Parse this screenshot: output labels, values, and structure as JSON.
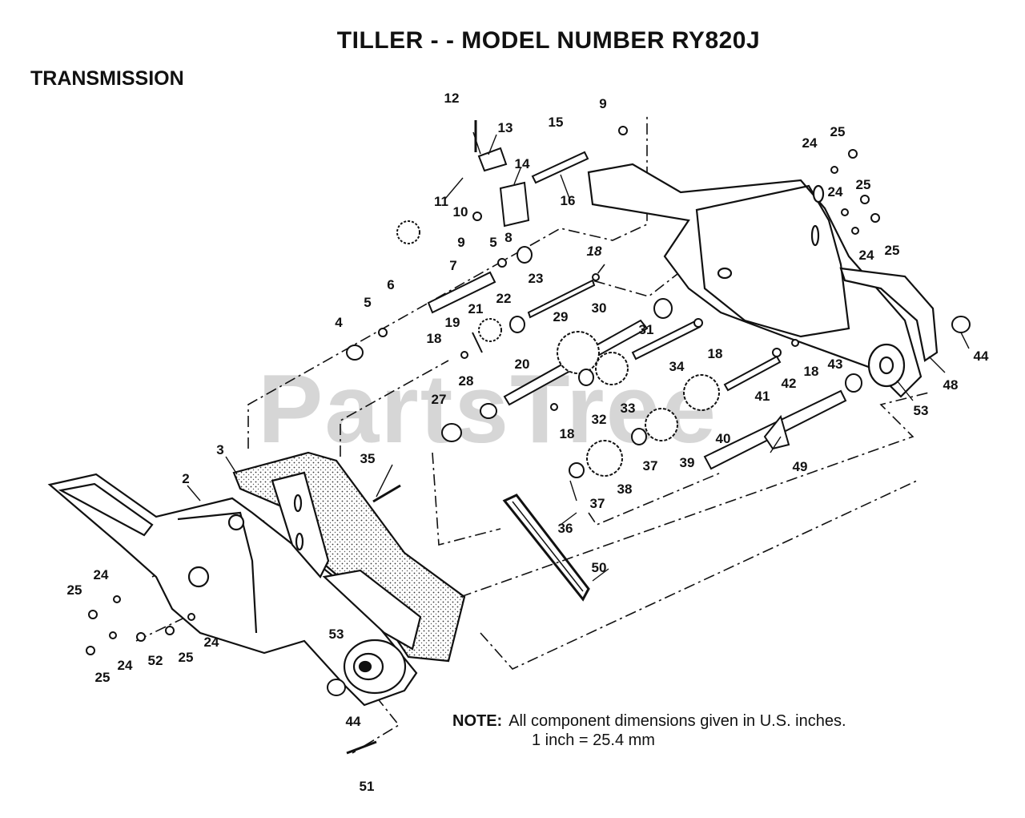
{
  "title": "TILLER - - MODEL NUMBER RY820J",
  "section": "TRANSMISSION",
  "watermark": "PartsTree",
  "note": {
    "label": "NOTE:",
    "line1": "All component dimensions given in U.S. inches.",
    "line2": "1 inch = 25.4 mm"
  },
  "callouts": {
    "c2": "2",
    "c3": "3",
    "c4": "4",
    "c5a": "5",
    "c5b": "5",
    "c6": "6",
    "c7": "7",
    "c8": "8",
    "c9a": "9",
    "c9b": "9",
    "c10": "10",
    "c11": "11",
    "c12": "12",
    "c13": "13",
    "c14": "14",
    "c15": "15",
    "c16": "16",
    "c18a": "18",
    "c18b": "18",
    "c18c": "18",
    "c18d": "18",
    "c18e": "18",
    "c19": "19",
    "c20": "20",
    "c21": "21",
    "c22": "22",
    "c23": "23",
    "c24a": "24",
    "c24b": "24",
    "c24c": "24",
    "c24d": "24",
    "c24e": "24",
    "c24f": "24",
    "c25a": "25",
    "c25b": "25",
    "c25c": "25",
    "c25d": "25",
    "c25e": "25",
    "c25f": "25",
    "c27": "27",
    "c28": "28",
    "c29": "29",
    "c30": "30",
    "c31": "31",
    "c32": "32",
    "c33": "33",
    "c34": "34",
    "c35": "35",
    "c36": "36",
    "c37a": "37",
    "c37b": "37",
    "c38": "38",
    "c39": "39",
    "c40": "40",
    "c41": "41",
    "c42": "42",
    "c43": "43",
    "c44a": "44",
    "c44b": "44",
    "c48": "48",
    "c49": "49",
    "c50": "50",
    "c51": "51",
    "c52": "52",
    "c53a": "53",
    "c53b": "53"
  }
}
